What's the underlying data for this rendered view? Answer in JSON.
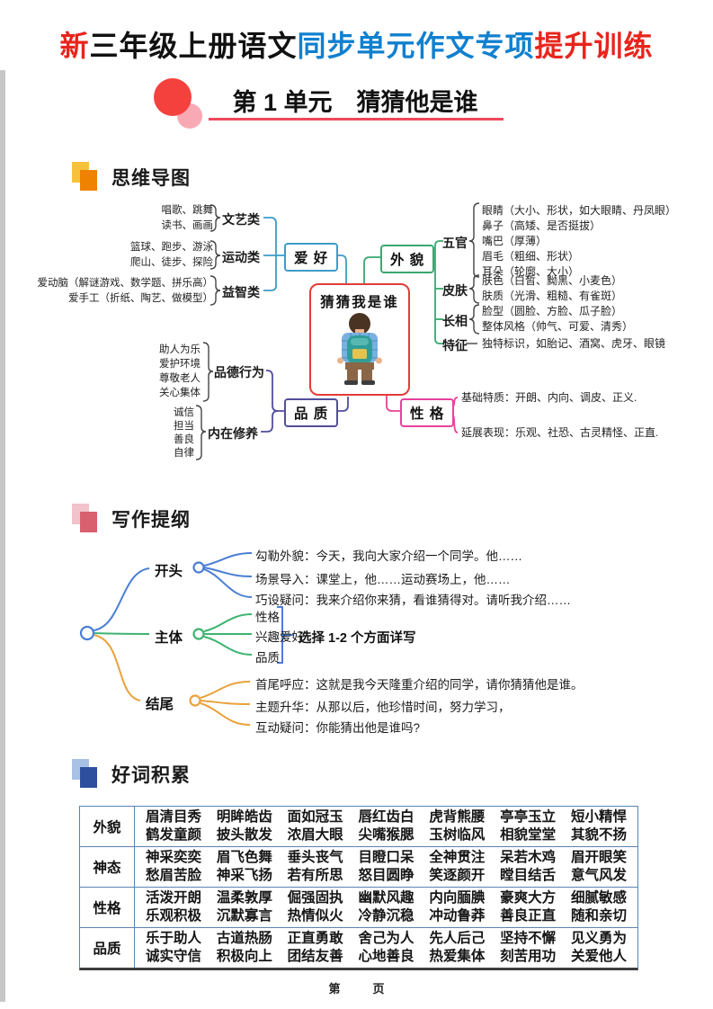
{
  "header": {
    "title_parts": [
      {
        "text": "新",
        "color": "red"
      },
      {
        "text": "三年级上册语文",
        "color": "black"
      },
      {
        "text": "同步单元作文专项",
        "color": "blue"
      },
      {
        "text": "提升训练",
        "color": "red"
      }
    ],
    "unit_title": "第 1 单元　猜猜他是谁"
  },
  "sections": {
    "mindmap": "思维导图",
    "outline": "写作提纲",
    "words": "好词积累"
  },
  "mindmap": {
    "center": "猜猜我是谁",
    "hobby": {
      "label": "爱 好",
      "groups": [
        {
          "label": "文艺类",
          "lines": [
            "唱歌、跳舞",
            "读书、画画"
          ]
        },
        {
          "label": "运动类",
          "lines": [
            "篮球、跑步、游泳",
            "爬山、徒步、探险"
          ]
        },
        {
          "label": "益智类",
          "lines": [
            "爱动脑（解谜游戏、数学题、拼乐高）",
            "爱手工（折纸、陶艺、做模型）"
          ]
        }
      ]
    },
    "appearance": {
      "label": "外 貌",
      "groups": [
        {
          "label": "五官",
          "lines": [
            "眼睛（大小、形状，如大眼睛、丹凤眼）",
            "鼻子（高矮、是否挺拔）",
            "嘴巴（厚薄）",
            "眉毛（粗细、形状）",
            "耳朵（轮廓、大小）"
          ]
        },
        {
          "label": "皮肤",
          "lines": [
            "肤色（白皙、黝黑、小麦色）",
            "肤质（光滑、粗糙、有雀斑）"
          ]
        },
        {
          "label": "长相",
          "lines": [
            "脸型（圆脸、方脸、瓜子脸）",
            "整体风格（帅气、可爱、清秀）"
          ]
        },
        {
          "label": "特征",
          "lines": [
            "独特标识，如胎记、酒窝、虎牙、眼镜"
          ]
        }
      ]
    },
    "quality": {
      "label": "品 质",
      "groups": [
        {
          "label": "品德行为",
          "lines": [
            "助人为乐",
            "爱护环境",
            "尊敬老人",
            "关心集体"
          ]
        },
        {
          "label": "内在修养",
          "lines": [
            "诚信",
            "担当",
            "善良",
            "自律"
          ]
        }
      ]
    },
    "personality": {
      "label": "性 格",
      "items": [
        "基础特质：开朗、内向、调皮、正义.",
        "延展表现：乐观、社恐、古灵精怪、正直."
      ]
    }
  },
  "outline": {
    "start": {
      "label": "开头",
      "items": [
        "勾勒外貌：今天，我向大家介绍一个同学。他……",
        "场景导入：课堂上，他……运动赛场上，他……",
        "巧设疑问：我来介绍你来猜，看谁猜得对。请听我介绍……"
      ]
    },
    "body": {
      "label": "主体",
      "items": [
        "性格",
        "兴趣爱好",
        "品质"
      ],
      "note": "选择 1-2 个方面详写"
    },
    "end": {
      "label": "结尾",
      "items": [
        "首尾呼应：这就是我今天隆重介绍的同学，请你猜猜他是谁。",
        "主题升华：从那以后，他珍惜时间，努力学习，",
        "互动疑问：你能猜出他是谁吗?"
      ]
    }
  },
  "words_table": {
    "rows": [
      {
        "category": "外貌",
        "line1": [
          "眉清目秀",
          "明眸皓齿",
          "面如冠玉",
          "唇红齿白",
          "虎背熊腰",
          "亭亭玉立",
          "短小精悍"
        ],
        "line2": [
          "鹤发童颜",
          "披头散发",
          "浓眉大眼",
          "尖嘴猴腮",
          "玉树临风",
          "相貌堂堂",
          "其貌不扬"
        ]
      },
      {
        "category": "神态",
        "line1": [
          "神采奕奕",
          "眉飞色舞",
          "垂头丧气",
          "目瞪口呆",
          "全神贯注",
          "呆若木鸡",
          "眉开眼笑"
        ],
        "line2": [
          "愁眉苦脸",
          "神采飞扬",
          "若有所思",
          "怒目圆睁",
          "笑逐颜开",
          "瞠目结舌",
          "意气风发"
        ]
      },
      {
        "category": "性格",
        "line1": [
          "活泼开朗",
          "温柔敦厚",
          "倔强固执",
          "幽默风趣",
          "内向腼腆",
          "豪爽大方",
          "细腻敏感"
        ],
        "line2": [
          "乐观积极",
          "沉默寡言",
          "热情似火",
          "冷静沉稳",
          "冲动鲁莽",
          "善良正直",
          "随和亲切"
        ]
      },
      {
        "category": "品质",
        "line1": [
          "乐于助人",
          "古道热肠",
          "正直勇敢",
          "舍己为人",
          "先人后己",
          "坚持不懈",
          "见义勇为"
        ],
        "line2": [
          "诚实守信",
          "积极向上",
          "团结友善",
          "心地善良",
          "热爱集体",
          "刻苦用功",
          "关爱他人"
        ]
      }
    ]
  },
  "footer": {
    "prefix": "第",
    "suffix": "页"
  },
  "colors": {
    "title_red": "#e8251c",
    "title_blue": "#1080cf",
    "underline_red": "#f0485c",
    "hobby_blue": "#3d9cc8",
    "appearance_green": "#3aa870",
    "quality_purple": "#524f9c",
    "personality_pink": "#e8429a",
    "center_red": "#e23c38",
    "outline_blue": "#4a7fd4",
    "outline_green": "#3db36f",
    "outline_orange": "#e9a23b",
    "mindmap_icon_front": "#ef8200",
    "mindmap_icon_back": "#f7c23b",
    "outline_icon_front": "#d9606e",
    "outline_icon_back": "#f2c3cb",
    "words_icon_front": "#2e4f9e",
    "words_icon_back": "#aac1e6",
    "table_border": "#5b84b1"
  }
}
